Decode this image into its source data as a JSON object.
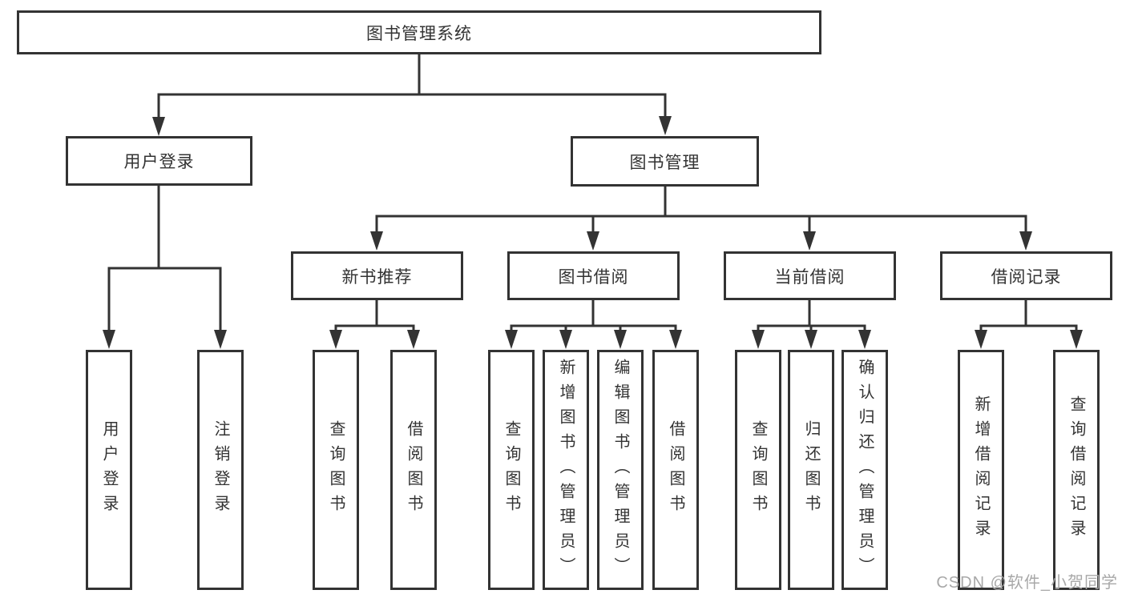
{
  "title": "图书管理系统",
  "tree": {
    "root": {
      "label": "图书管理系统"
    },
    "user_login": {
      "label": "用户登录",
      "children": {
        "login": {
          "label": "用户登录"
        },
        "logout": {
          "label": "注销登录"
        }
      }
    },
    "book_mgmt": {
      "label": "图书管理",
      "children": {
        "new_books": {
          "label": "新书推荐",
          "children": {
            "query": {
              "label": "查询图书"
            },
            "borrow": {
              "label": "借阅图书"
            }
          }
        },
        "book_borrow": {
          "label": "图书借阅",
          "children": {
            "query": {
              "label": "查询图书"
            },
            "add": {
              "label": "新增图书（管理员）"
            },
            "edit": {
              "label": "编辑图书（管理员）"
            },
            "borrow": {
              "label": "借阅图书"
            }
          }
        },
        "current_borrow": {
          "label": "当前借阅",
          "children": {
            "query": {
              "label": "查询图书"
            },
            "return": {
              "label": "归还图书"
            },
            "confirm": {
              "label": "确认归还（管理员）"
            }
          }
        },
        "borrow_records": {
          "label": "借阅记录",
          "children": {
            "add": {
              "label": "新增借阅记录"
            },
            "query": {
              "label": "查询借阅记录"
            }
          }
        }
      }
    }
  },
  "watermark": {
    "text": "CSDN @软件_小贺同学"
  },
  "colors": {
    "line": "#333333",
    "box_border": "#333333",
    "text": "#333333",
    "background": "#ffffff",
    "watermark": "#a8a8a8"
  }
}
